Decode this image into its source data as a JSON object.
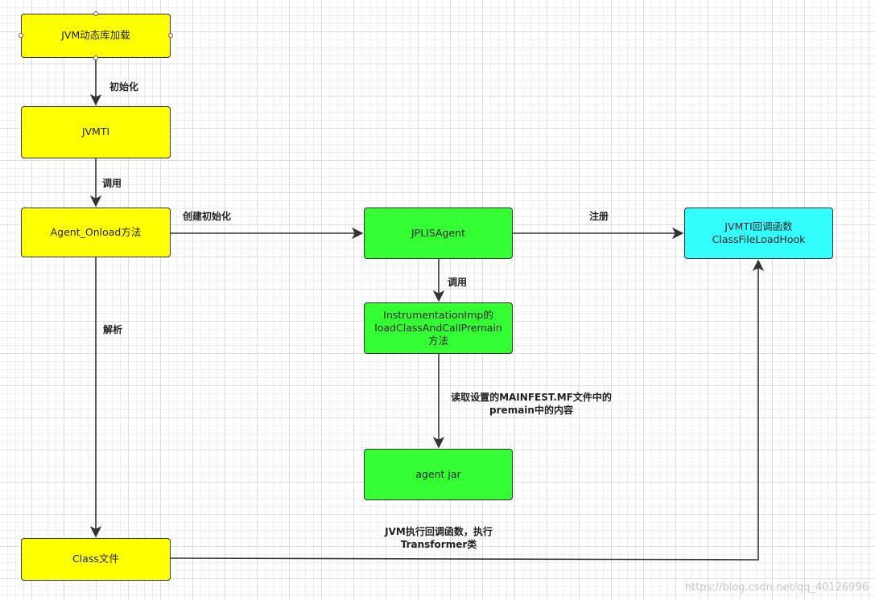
{
  "nodes": {
    "jvm_dynamic_load": "JVM动态库加载",
    "jvmti": "JVMTI",
    "agent_onload": "Agent_Onload方法",
    "jplis_agent": "JPLISAgent",
    "jvmti_callback": "JVMTI回调函数\nClassFileLoadHook",
    "instrumentation_impl": "InstrumentationImp的\nloadClassAndCallPremain\n方法",
    "agent_jar": "agent jar",
    "class_file": "Class文件"
  },
  "edges": {
    "init": "初始化",
    "call_1": "调用",
    "create_init": "创建初始化",
    "register": "注册",
    "call_2": "调用",
    "parse": "解析",
    "read_manifest_line1": "读取设置的MAINFEST.MF文件中的",
    "read_manifest_line2": "premain中的内容",
    "jvm_callback_line1": "JVM执行回调函数，执行",
    "jvm_callback_line2": "Transformer类"
  },
  "colors": {
    "yellow": "#ffff00",
    "green": "#33ff33",
    "cyan": "#33ffff"
  },
  "watermark": "https://blog.csdn.net/qq_40126996"
}
